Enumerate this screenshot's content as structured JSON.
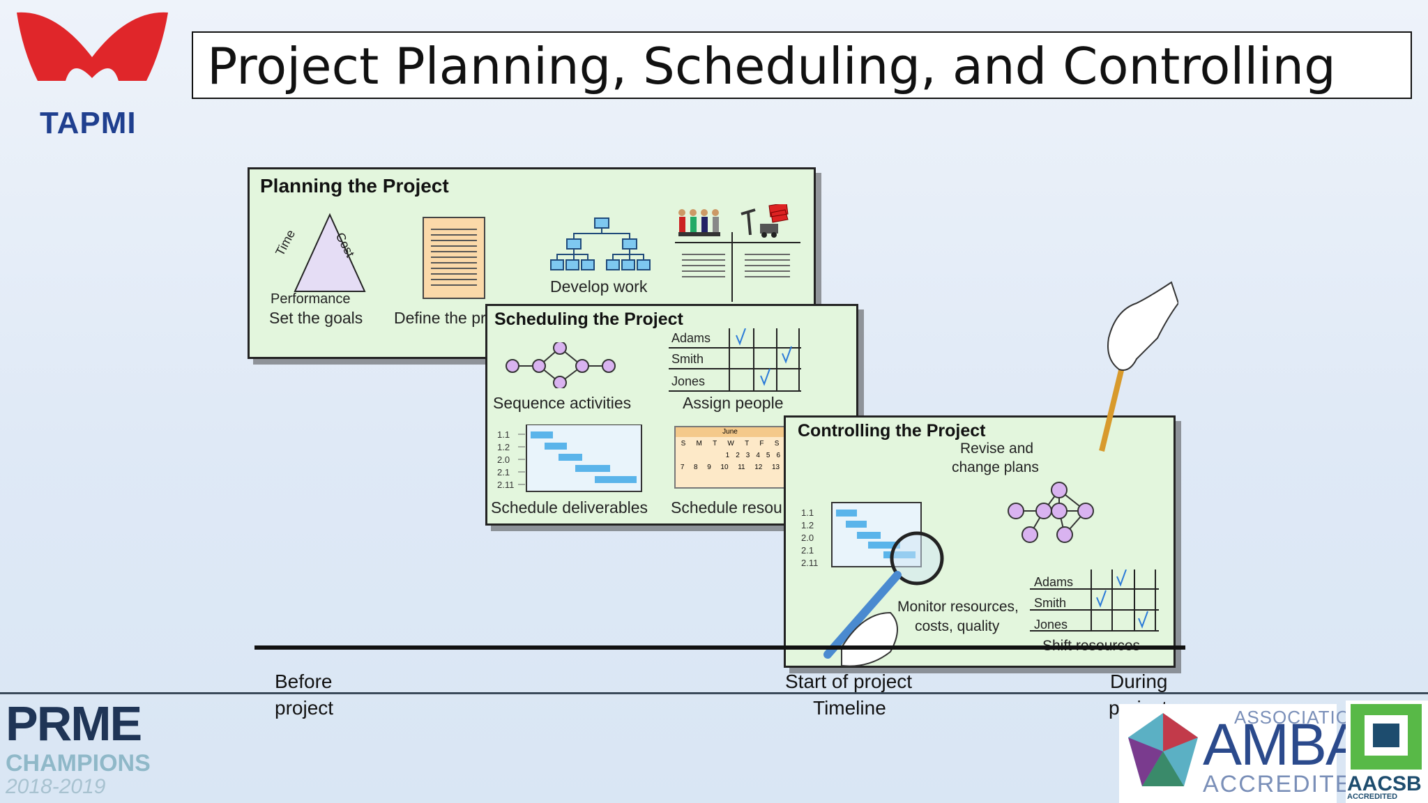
{
  "slide": {
    "title": "Project Planning, Scheduling, and Controlling"
  },
  "logos": {
    "tapmi": "TAPMI",
    "prme": "PRME",
    "prme_champions": "CHAMPIONS",
    "prme_years": "2018-2019",
    "amba_association": "ASSOCIATION",
    "amba": "AMBA",
    "amba_accredited": "ACCREDITED",
    "aacsb": "AACSB",
    "aacsb_accredited": "ACCREDITED"
  },
  "planning": {
    "title": "Planning the Project",
    "triangle_time": "Time",
    "triangle_cost": "Cost",
    "triangle_performance": "Performance",
    "set_goals": "Set the goals",
    "define": "Define the pr",
    "develop": "Develop work"
  },
  "scheduling": {
    "title": "Scheduling the Project",
    "sequence": "Sequence activities",
    "assign": "Assign people",
    "names": [
      "Adams",
      "Smith",
      "Jones"
    ],
    "wbs": [
      "1.1",
      "1.2",
      "2.0",
      "2.1",
      "2.11"
    ],
    "deliverables": "Schedule deliverables",
    "resources": "Schedule resou",
    "cal_month": "June",
    "cal_days": [
      "S",
      "M",
      "T",
      "W",
      "T",
      "F",
      "S"
    ],
    "cal_row1": [
      "1",
      "2",
      "3",
      "4",
      "5",
      "6"
    ],
    "cal_row2": [
      "7",
      "8",
      "9",
      "10",
      "11",
      "12",
      "13"
    ]
  },
  "controlling": {
    "title": "Controlling the Project",
    "revise_1": "Revise and",
    "revise_2": "change plans",
    "wbs": [
      "1.1",
      "1.2",
      "2.0",
      "2.1",
      "2.11"
    ],
    "monitor_1": "Monitor resources,",
    "monitor_2": "costs, quality",
    "names": [
      "Adams",
      "Smith",
      "Jones"
    ],
    "shift": "Shift resources"
  },
  "timeline": {
    "before_1": "Before",
    "before_2": "project",
    "start": "Start of project",
    "label": "Timeline",
    "during_1": "During",
    "during_2": "project"
  },
  "colors": {
    "panel_bg": "#e3f6dd",
    "node_fill": "#d9b3f0",
    "bar_blue": "#5ab4ea",
    "tapmi_red": "#e0262a",
    "tapmi_blue": "#1f3f8f"
  }
}
